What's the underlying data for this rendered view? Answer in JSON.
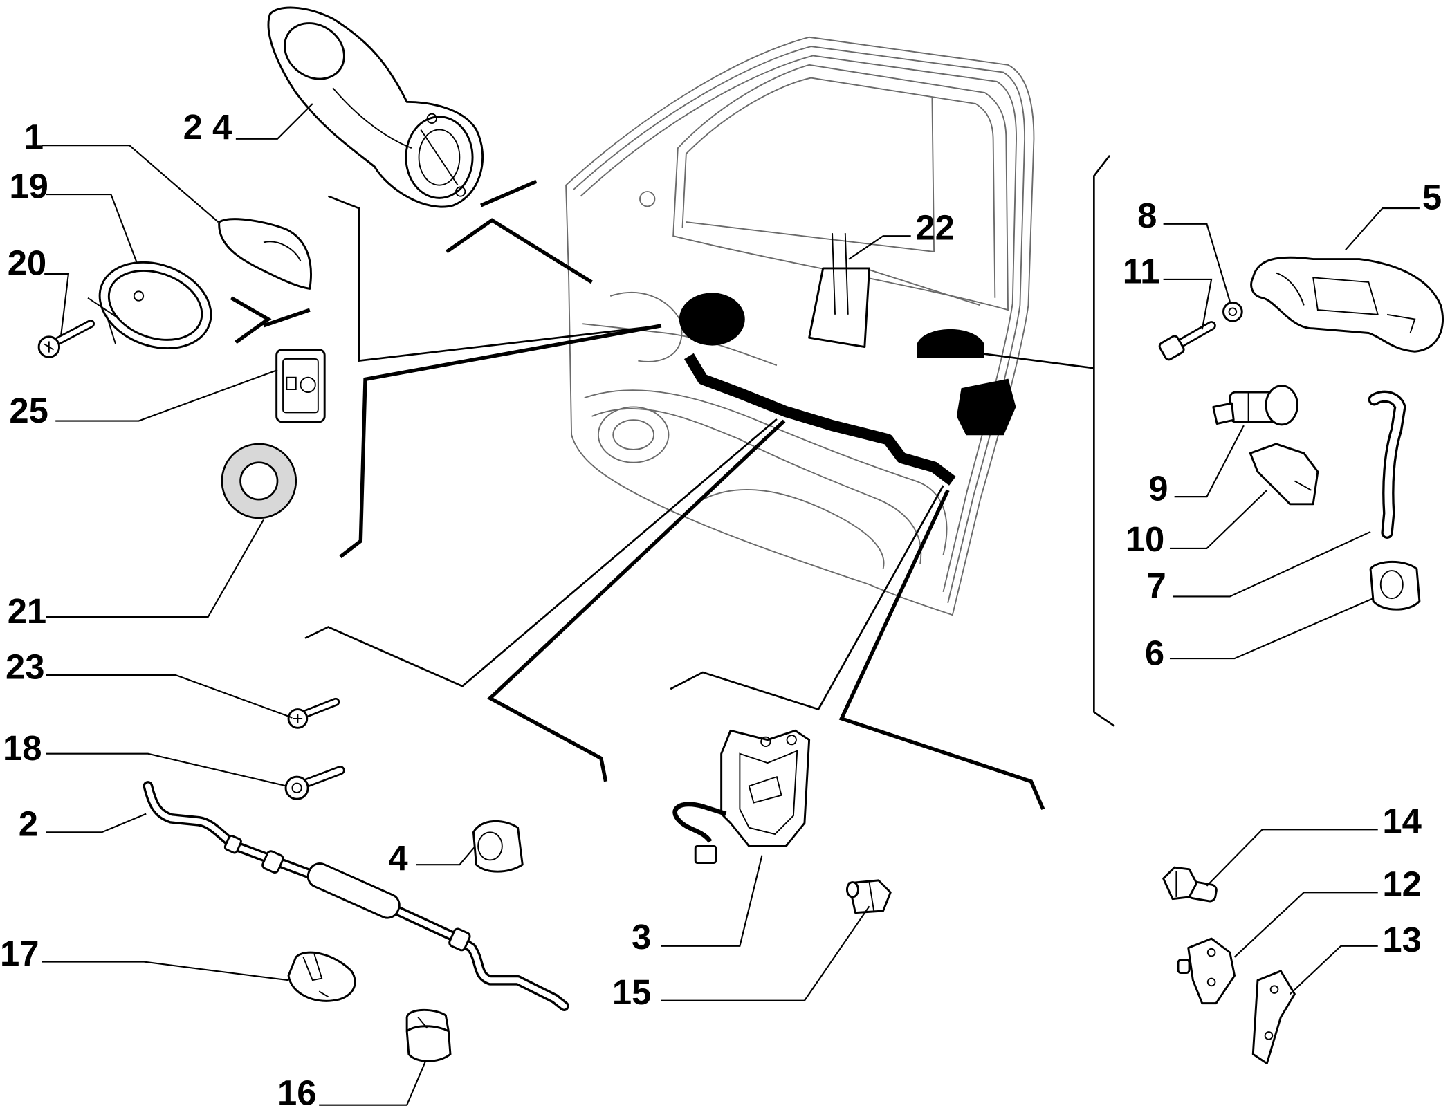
{
  "callouts": [
    "2 4",
    "1",
    "19",
    "20",
    "25",
    "21",
    "23",
    "18",
    "2",
    "17",
    "16",
    "4",
    "3",
    "15",
    "22",
    "8",
    "11",
    "5",
    "9",
    "10",
    "7",
    "6",
    "14",
    "12",
    "13"
  ]
}
